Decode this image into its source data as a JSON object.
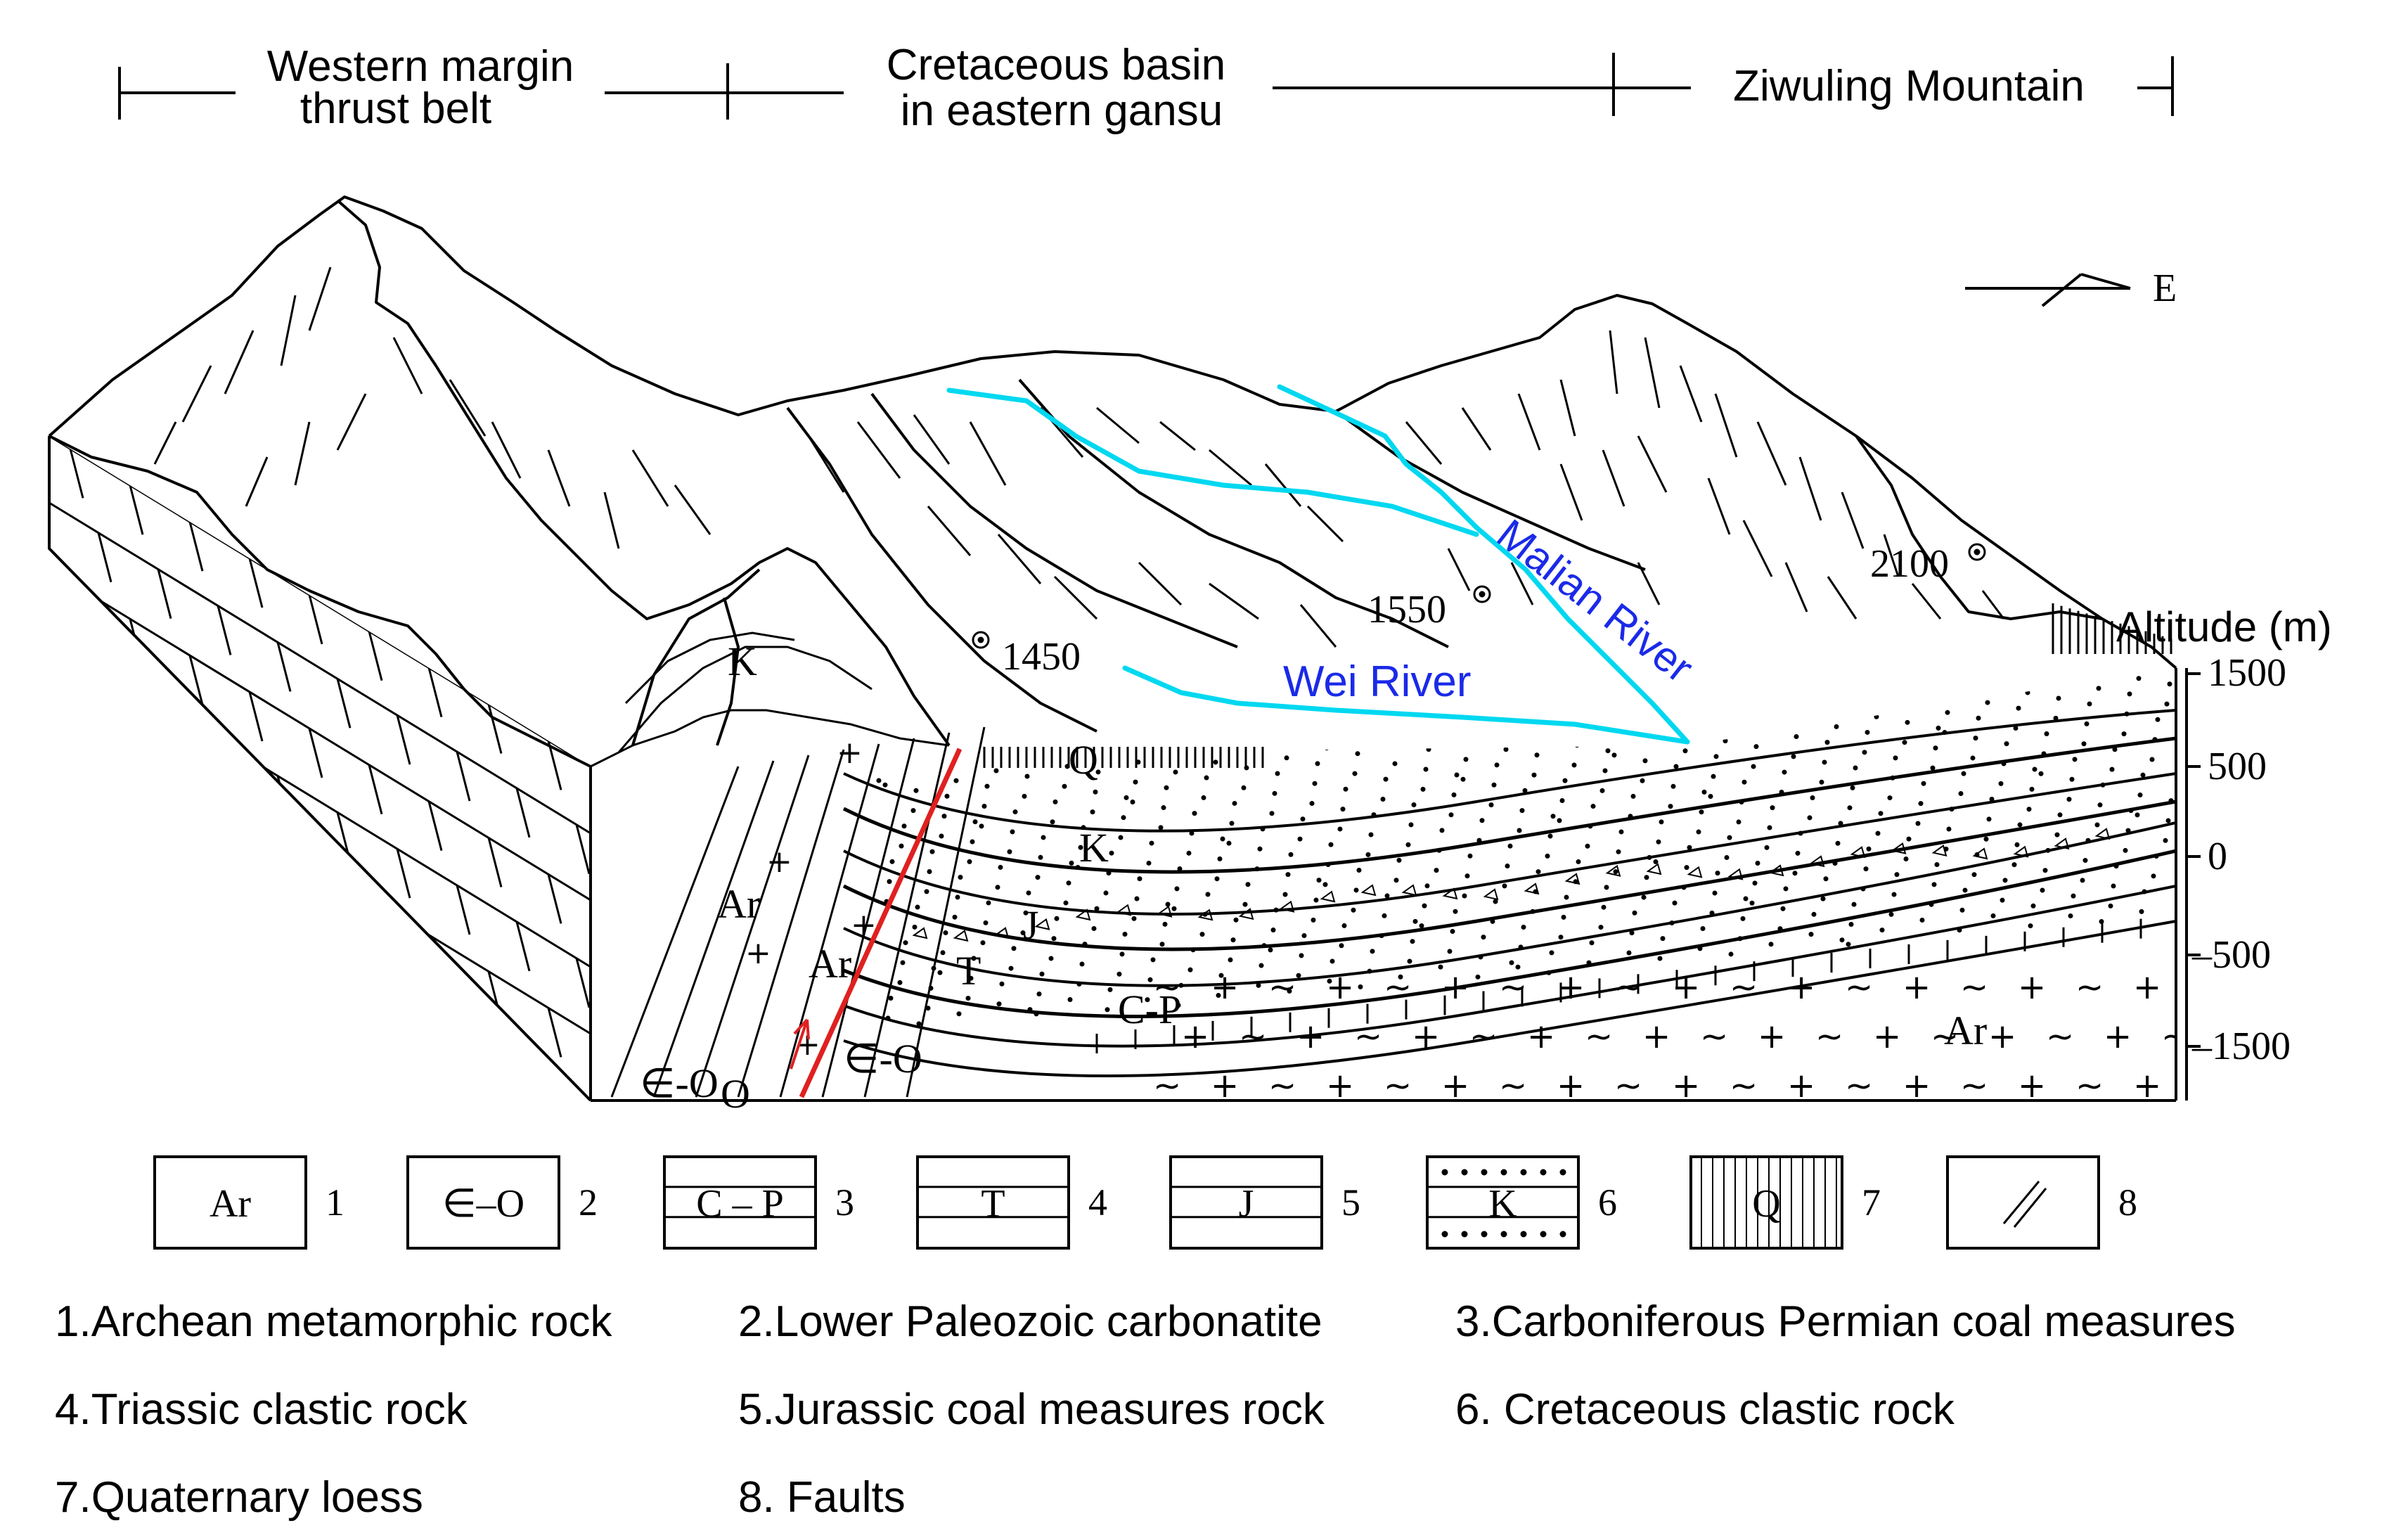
{
  "regions": {
    "west": "Western margin thrust belt",
    "west_line1": "Western margin",
    "west_line2": "thrust belt",
    "basin_line1": "Cretaceous basin",
    "basin_line2": "in eastern gansu",
    "ziwuling": "Ziwuling Mountain"
  },
  "north_arrow": {
    "label": "E"
  },
  "rivers": {
    "malian": "Malian River",
    "wei": "Wei  River",
    "color": "#00D8F0",
    "label_color": "#1A2AE8"
  },
  "elevations": {
    "e1450": "1450",
    "e1550": "1550",
    "e2100": "2100"
  },
  "section_labels": {
    "k_top": "K",
    "q": "Q",
    "k": "K",
    "ar_left": "Ar",
    "ar_fault": "Ar",
    "j": "J",
    "t": "T",
    "cp": "C-P",
    "eo_left": "∈-O",
    "o_left": "O",
    "eo_mid": "∈-O",
    "ar_right": "Ar"
  },
  "altitude_axis": {
    "title": "Altitude (m)",
    "ticks": [
      "1500",
      "500",
      "0",
      "–500",
      "–1500"
    ]
  },
  "fault": {
    "color": "#E02020"
  },
  "legend": {
    "boxes": [
      {
        "symbol": "Ar",
        "number": "1"
      },
      {
        "symbol": "∈–O",
        "number": "2"
      },
      {
        "symbol": "C – P",
        "number": "3"
      },
      {
        "symbol": "T",
        "number": "4"
      },
      {
        "symbol": "J",
        "number": "5"
      },
      {
        "symbol": "K",
        "number": "6"
      },
      {
        "symbol": "Q",
        "number": "7"
      },
      {
        "symbol": "",
        "number": "8"
      }
    ],
    "descriptions": [
      "1.Archean metamorphic rock",
      "2.Lower Paleozoic carbonatite",
      "3.Carboniferous Permian coal measures",
      "4.Triassic clastic rock",
      "5.Jurassic coal measures rock",
      "6. Cretaceous clastic rock",
      "7.Quaternary loess",
      "8. Faults"
    ]
  }
}
